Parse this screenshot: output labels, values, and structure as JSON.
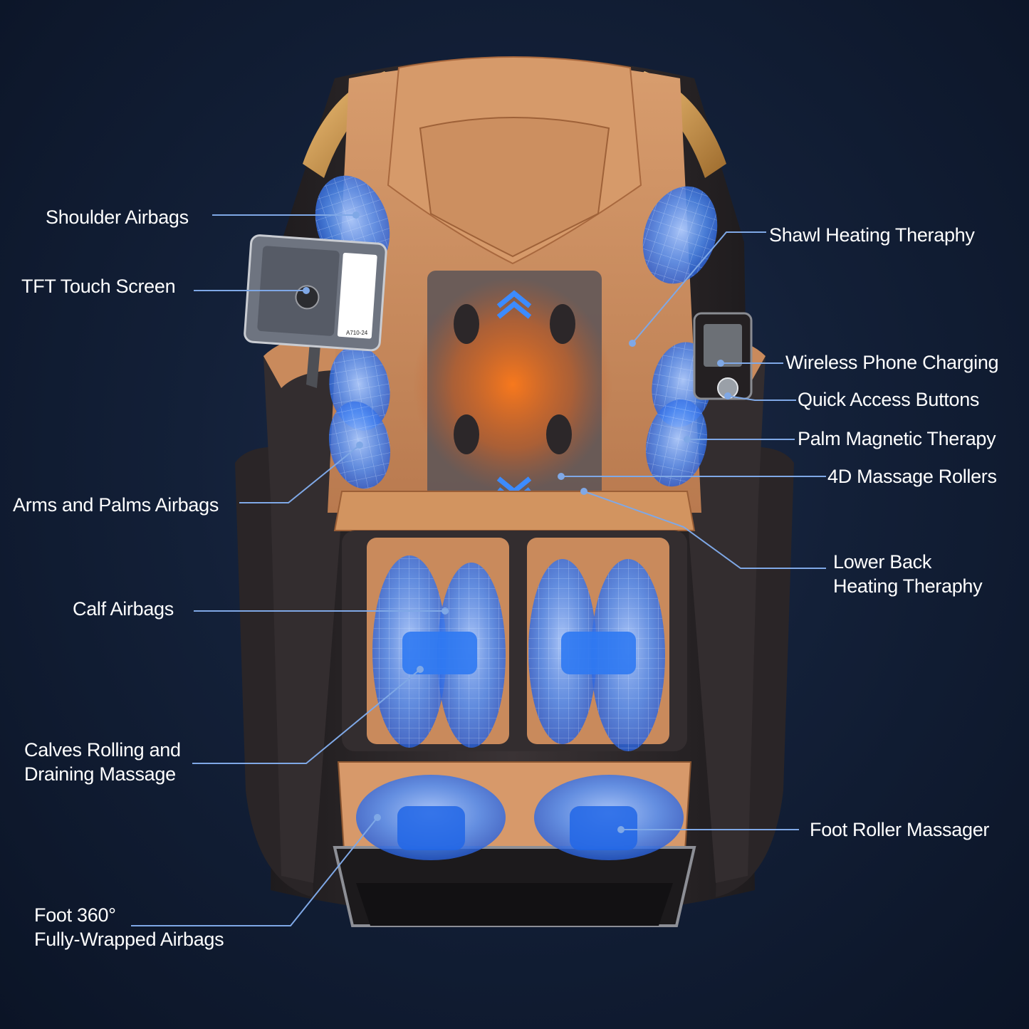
{
  "accent_line_color": "#7fa8e6",
  "airbag_color": "#3c7cf0",
  "upholstery_color": "#c98a5c",
  "shell_color": "#2e2a2c",
  "screen": {
    "model_tag": "A710-24"
  },
  "callouts": {
    "shoulder_airbags": [
      "Shoulder Airbags"
    ],
    "tft_touch_screen": [
      "TFT Touch Screen"
    ],
    "arms_palms_airbags": [
      "Arms and Palms Airbags"
    ],
    "calf_airbags": [
      "Calf Airbags"
    ],
    "calves_rolling": [
      "Calves Rolling and",
      "Draining Massage"
    ],
    "foot_airbags": [
      "Foot 360°",
      "Fully-Wrapped Airbags"
    ],
    "shawl_heating": [
      "Shawl Heating Theraphy"
    ],
    "wireless_charging": [
      "Wireless Phone Charging"
    ],
    "quick_access": [
      "Quick Access Buttons"
    ],
    "palm_magnetic": [
      "Palm Magnetic Therapy"
    ],
    "massage_rollers": [
      "4D Massage Rollers"
    ],
    "lower_back_heating": [
      "Lower Back",
      "Heating Theraphy"
    ],
    "foot_roller": [
      "Foot Roller Massager"
    ]
  }
}
